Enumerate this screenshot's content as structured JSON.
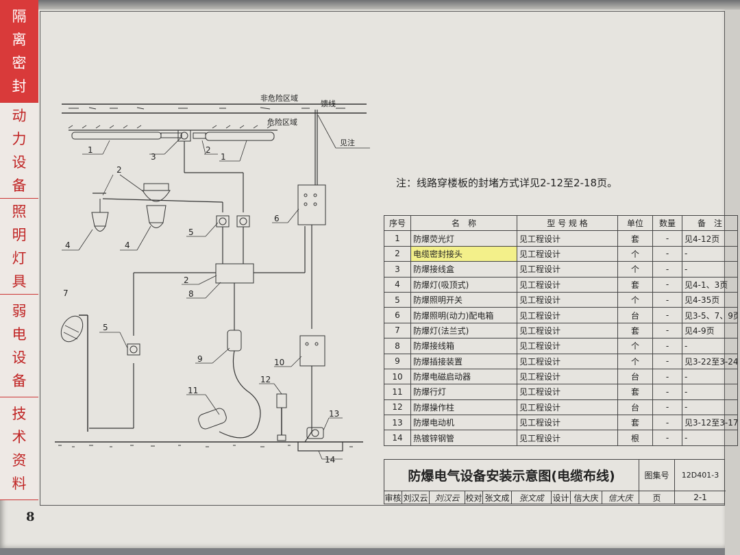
{
  "side_tabs": [
    {
      "chars": [
        "隔",
        "离",
        "密",
        "封"
      ],
      "active": true
    },
    {
      "chars": [
        "动",
        "力",
        "设",
        "备"
      ],
      "active": false
    },
    {
      "chars": [
        "照",
        "明",
        "灯",
        "具"
      ],
      "active": false
    },
    {
      "chars": [
        "弱",
        "电",
        "设",
        "备"
      ],
      "active": false
    },
    {
      "chars": [
        "技",
        "术",
        "资",
        "料"
      ],
      "active": false
    }
  ],
  "page_number": "8",
  "drawing": {
    "non_hazard_zone": "非危险区域",
    "hazard_zone": "危险区域",
    "cable_label": "馈线",
    "see_note": "见注",
    "callouts": [
      "1",
      "1",
      "2",
      "2",
      "2",
      "3",
      "4",
      "4",
      "5",
      "5",
      "6",
      "7",
      "8",
      "9",
      "10",
      "11",
      "12",
      "13",
      "14"
    ]
  },
  "note": "注：线路穿楼板的封堵方式详见2-12至2-18页。",
  "table": {
    "headers": [
      "序号",
      "名　称",
      "型 号 规 格",
      "单位",
      "数量",
      "备　注"
    ],
    "rows": [
      {
        "no": "1",
        "name": "防爆荧光灯",
        "model": "见工程设计",
        "unit": "套",
        "qty": "-",
        "remark": "见4-12页"
      },
      {
        "no": "2",
        "name": "电缆密封接头",
        "model": "见工程设计",
        "unit": "个",
        "qty": "-",
        "remark": "-"
      },
      {
        "no": "3",
        "name": "防爆接线盒",
        "model": "见工程设计",
        "unit": "个",
        "qty": "-",
        "remark": "-"
      },
      {
        "no": "4",
        "name": "防爆灯(吸顶式)",
        "model": "见工程设计",
        "unit": "套",
        "qty": "-",
        "remark": "见4-1、3页"
      },
      {
        "no": "5",
        "name": "防爆照明开关",
        "model": "见工程设计",
        "unit": "个",
        "qty": "-",
        "remark": "见4-35页"
      },
      {
        "no": "6",
        "name": "防爆照明(动力)配电箱",
        "model": "见工程设计",
        "unit": "台",
        "qty": "-",
        "remark": "见3-5、7、9页"
      },
      {
        "no": "7",
        "name": "防爆灯(法兰式)",
        "model": "见工程设计",
        "unit": "套",
        "qty": "-",
        "remark": "见4-9页"
      },
      {
        "no": "8",
        "name": "防爆接线箱",
        "model": "见工程设计",
        "unit": "个",
        "qty": "-",
        "remark": "-"
      },
      {
        "no": "9",
        "name": "防爆插接装置",
        "model": "见工程设计",
        "unit": "个",
        "qty": "-",
        "remark": "见3-22至3-24"
      },
      {
        "no": "10",
        "name": "防爆电磁启动器",
        "model": "见工程设计",
        "unit": "台",
        "qty": "-",
        "remark": "-"
      },
      {
        "no": "11",
        "name": "防爆行灯",
        "model": "见工程设计",
        "unit": "套",
        "qty": "-",
        "remark": "-"
      },
      {
        "no": "12",
        "name": "防爆操作柱",
        "model": "见工程设计",
        "unit": "台",
        "qty": "-",
        "remark": "-"
      },
      {
        "no": "13",
        "name": "防爆电动机",
        "model": "见工程设计",
        "unit": "套",
        "qty": "-",
        "remark": "见3-12至3-17"
      },
      {
        "no": "14",
        "name": "热镀锌钢管",
        "model": "见工程设计",
        "unit": "根",
        "qty": "-",
        "remark": "-"
      }
    ],
    "highlight_color": "#f3f08a"
  },
  "title_block": {
    "title": "防爆电气设备安装示意图(电缆布线)",
    "atlas_label": "图集号",
    "atlas_no": "12D401-3",
    "review_label": "审核",
    "reviewer": "刘汉云",
    "reviewer_sig": "刘汉云",
    "check_label": "校对",
    "checker": "张文成",
    "checker_sig": "张文成",
    "design_label": "设计",
    "designer": "信大庆",
    "designer_sig": "信大庆",
    "page_label": "页",
    "page_no": "2-1"
  },
  "colors": {
    "accent_red": "#c02424",
    "active_tab": "#d93a3a",
    "paper": "#e6e4df"
  }
}
